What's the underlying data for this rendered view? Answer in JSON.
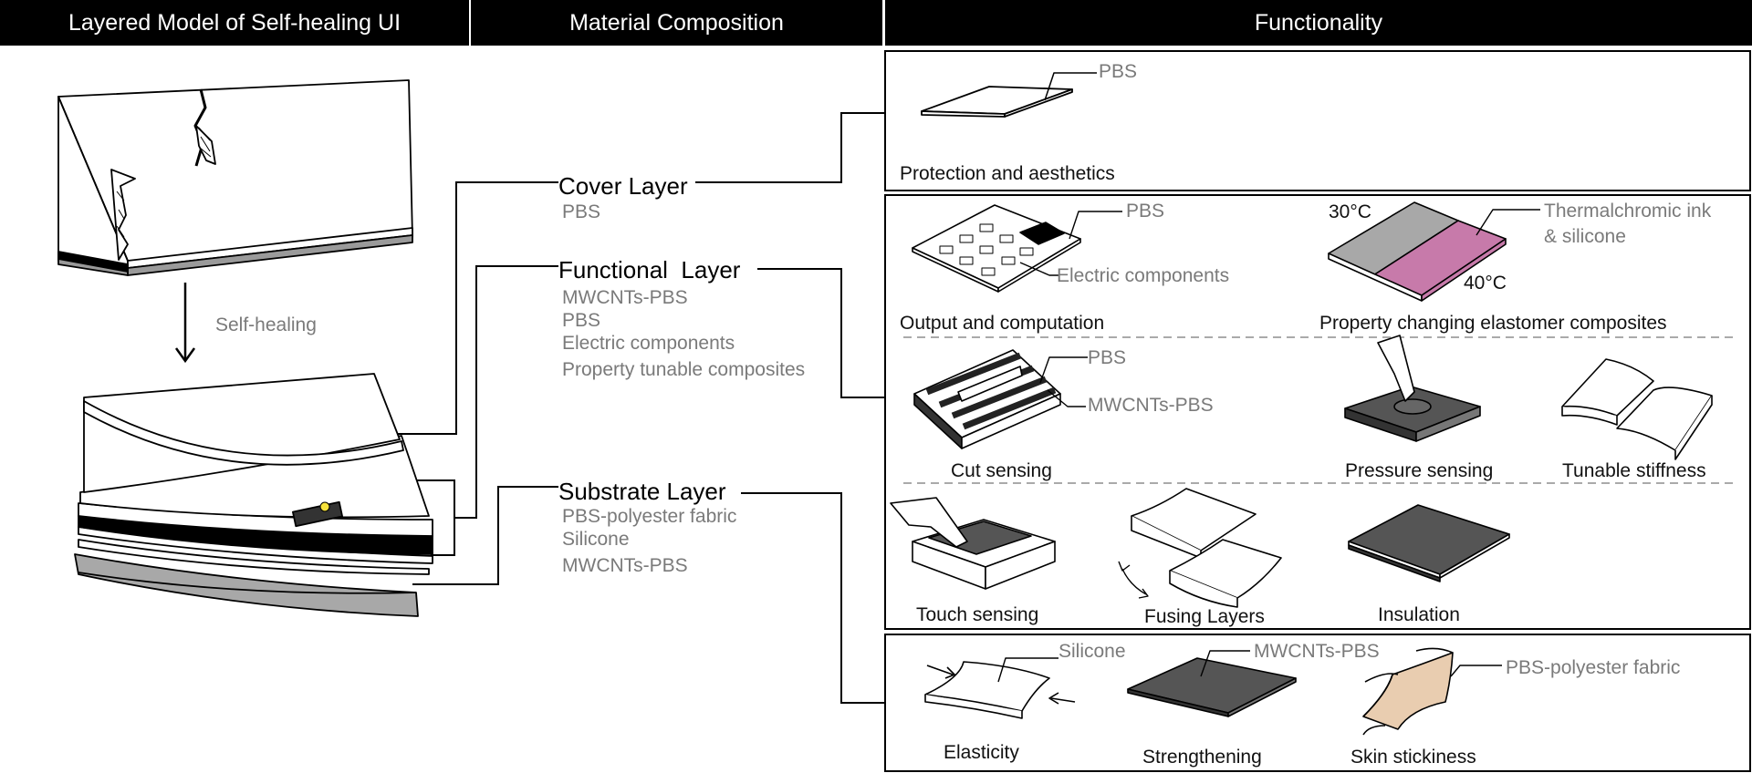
{
  "headers": {
    "left": "Layered Model of Self-healing UI",
    "middle": "Material Composition",
    "right": "Functionality"
  },
  "model": {
    "transition_label": "Self-healing"
  },
  "layers": [
    {
      "name": "Cover Layer",
      "materials": [
        "PBS"
      ]
    },
    {
      "name": "Functional  Layer",
      "materials": [
        "MWCNTs-PBS",
        "PBS",
        "Electric components",
        "Property tunable composites"
      ]
    },
    {
      "name": "Substrate Layer",
      "materials": [
        "PBS-polyester fabric",
        "Silicone",
        "MWCNTs-PBS"
      ]
    }
  ],
  "cover_panel": {
    "label": "PBS",
    "caption": "Protection and aesthetics"
  },
  "functional_panel": {
    "output": {
      "label_top": "PBS",
      "label_bottom": "Electric components",
      "caption": "Output and computation"
    },
    "property": {
      "temp_low": "30°C",
      "temp_high": "40°C",
      "label_line1": "Thermalchromic ink",
      "label_line2": "& silicone",
      "caption": "Property changing elastomer composites"
    },
    "cut": {
      "label_top": "PBS",
      "label_bottom": "MWCNTs-PBS",
      "caption": "Cut sensing"
    },
    "pressure": {
      "caption": "Pressure sensing"
    },
    "stiffness": {
      "caption": "Tunable stiffness"
    },
    "touch": {
      "caption": "Touch sensing"
    },
    "fusing": {
      "caption": "Fusing Layers"
    },
    "insulation": {
      "caption": "Insulation"
    }
  },
  "substrate_panel": {
    "elasticity": {
      "label": "Silicone",
      "caption": "Elasticity"
    },
    "strengthening": {
      "label": "MWCNTs-PBS",
      "caption": "Strengthening"
    },
    "skin": {
      "label": "PBS-polyester fabric",
      "caption": "Skin stickiness"
    }
  },
  "colors": {
    "header_bg": "#000000",
    "text_gray": "#7a7a7a",
    "thermal_pink": "#c77aaa",
    "thermal_gray": "#a8a8a8",
    "dark_fill": "#555555",
    "fabric": "#e9cdb0"
  }
}
